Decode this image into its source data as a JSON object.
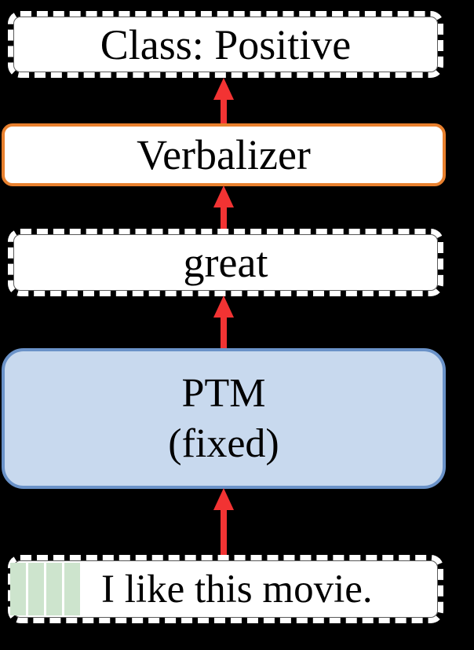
{
  "colors": {
    "bg": "#000000",
    "box-fill": "#ffffff",
    "dash": "#ffffff",
    "text": "#000000",
    "arrow-red": "#f23333",
    "verbalizer-border": "#e8802e",
    "ptm-fill": "#c8d9ee",
    "ptm-border": "#6a92c8",
    "token-green": "#cde4cd"
  },
  "nodes": {
    "class_output": {
      "label": "Class: Positive"
    },
    "verbalizer": {
      "label": "Verbalizer"
    },
    "predicted_word": {
      "label": "great"
    },
    "ptm": {
      "label": "PTM\n(fixed)"
    },
    "input": {
      "label": "I like this movie.",
      "token_cells": 4
    }
  },
  "arrows": [
    {
      "from": "verbalizer",
      "to": "class_output"
    },
    {
      "from": "predicted_word",
      "to": "verbalizer"
    },
    {
      "from": "ptm",
      "to": "predicted_word"
    },
    {
      "from": "input",
      "to": "ptm"
    }
  ]
}
